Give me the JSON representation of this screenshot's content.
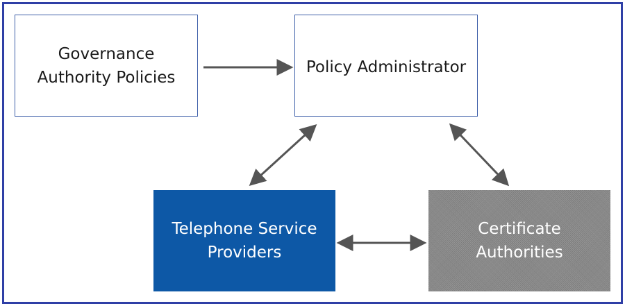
{
  "diagram": {
    "nodes": {
      "governance": {
        "label": "Governance\nAuthority Policies",
        "fill": "#ffffff",
        "stroke": "#3d5ea8",
        "text_color": "#1a1a1a"
      },
      "policy_admin": {
        "label": "Policy Administrator",
        "fill": "#ffffff",
        "stroke": "#3d5ea8",
        "text_color": "#1a1a1a"
      },
      "tsp": {
        "label": "Telephone Service\nProviders",
        "fill": "#0d58a6",
        "text_color": "#ffffff"
      },
      "ca": {
        "label": "Certificate\nAuthorities",
        "fill": "#8a8a8a",
        "text_color": "#ffffff"
      }
    },
    "edges": [
      {
        "from": "Governance Authority Policies",
        "to": "Policy Administrator",
        "direction": "one-way"
      },
      {
        "from": "Policy Administrator",
        "to": "Telephone Service Providers",
        "direction": "two-way"
      },
      {
        "from": "Policy Administrator",
        "to": "Certificate Authorities",
        "direction": "two-way"
      },
      {
        "from": "Telephone Service Providers",
        "to": "Certificate Authorities",
        "direction": "two-way"
      }
    ],
    "colors": {
      "frame_border": "#2f3fa6",
      "arrow": "#555555"
    }
  }
}
